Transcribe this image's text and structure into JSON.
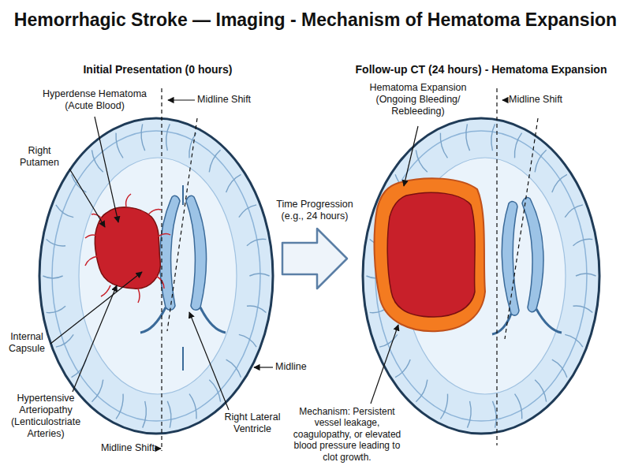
{
  "diagram": {
    "title": "Hemorrhagic Stroke — Imaging - Mechanism of Hematoma Expansion",
    "labels": [
      "Initial Presentation (0 hours)",
      "Follow-up CT (24 hours) - Hematoma Expansion",
      "Hyperdense Hematoma (Acute Blood)",
      "Midline Shift",
      "Right Putamen",
      "Internal Capsule",
      "Hypertensive Arteriopathy (Lenticulostriate Arteries)",
      "Midline Shift",
      "Right Lateral Ventricle",
      "Midline",
      "Time Progression (e.g., 24 hours)",
      "Hematoma Expansion (Ongoing Bleeding/ Rebleeding)",
      "Midline Shift",
      "Mechanism: Persistent vessel leakage, coagulopathy, or elevated blood pressure leading to clot growth."
    ]
  }
}
